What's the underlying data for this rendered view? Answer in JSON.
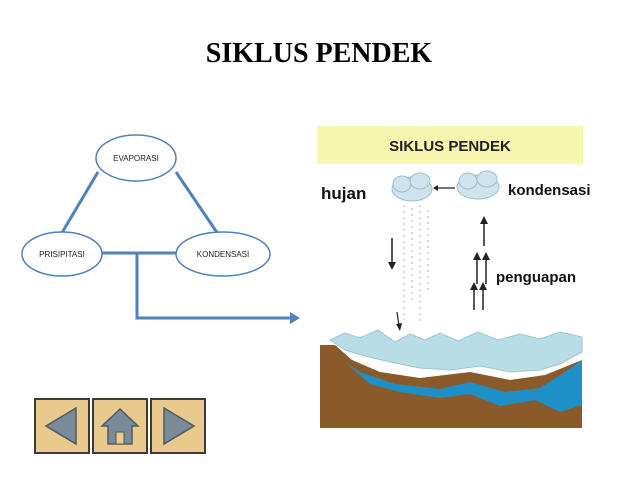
{
  "title": "SIKLUS PENDEK",
  "cycle": {
    "nodes": {
      "evaporasi": "EVAPORASI",
      "prisipitasi": "PRISIPITASI",
      "kondensasi": "KONDENSASI"
    }
  },
  "illustration": {
    "title": "SIKLUS PENDEK",
    "labels": {
      "hujan": "hujan",
      "kondensasi": "kondensasi",
      "penguapan": "penguapan"
    }
  },
  "navigation": {
    "icons": [
      "arrow-left-icon",
      "home-icon",
      "arrow-right-icon"
    ]
  },
  "colors": {
    "connector": "#4f81bd",
    "node_stroke": "#4f81bd",
    "banner": "#f6f6ae",
    "soil": "#8b5a2b",
    "water": "#1e90c8",
    "ice": "#b9dde6",
    "nav_fill": "#e9c98c",
    "nav_icon": "#7a8a99"
  }
}
